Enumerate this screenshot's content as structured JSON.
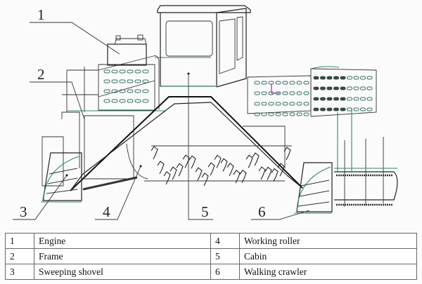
{
  "figure": {
    "subject": "compost turner machine schematic",
    "callouts": [
      {
        "number": "1",
        "part": "Engine"
      },
      {
        "number": "2",
        "part": "Frame"
      },
      {
        "number": "3",
        "part": "Sweeping shovel"
      },
      {
        "number": "4",
        "part": "Working roller"
      },
      {
        "number": "5",
        "part": "Cabin"
      },
      {
        "number": "6",
        "part": "Walking crawler"
      }
    ],
    "colors": {
      "line": "#222222",
      "accent_green": "#2d8a72",
      "axis_marker": "#d040d0"
    }
  },
  "legend_table": {
    "rows": [
      [
        {
          "num": "1",
          "name": "Engine"
        },
        {
          "num": "4",
          "name": "Working roller"
        }
      ],
      [
        {
          "num": "2",
          "name": "Frame"
        },
        {
          "num": "5",
          "name": "Cabin"
        }
      ],
      [
        {
          "num": "3",
          "name": "Sweeping shovel"
        },
        {
          "num": "6",
          "name": "Walking crawler"
        }
      ]
    ]
  }
}
